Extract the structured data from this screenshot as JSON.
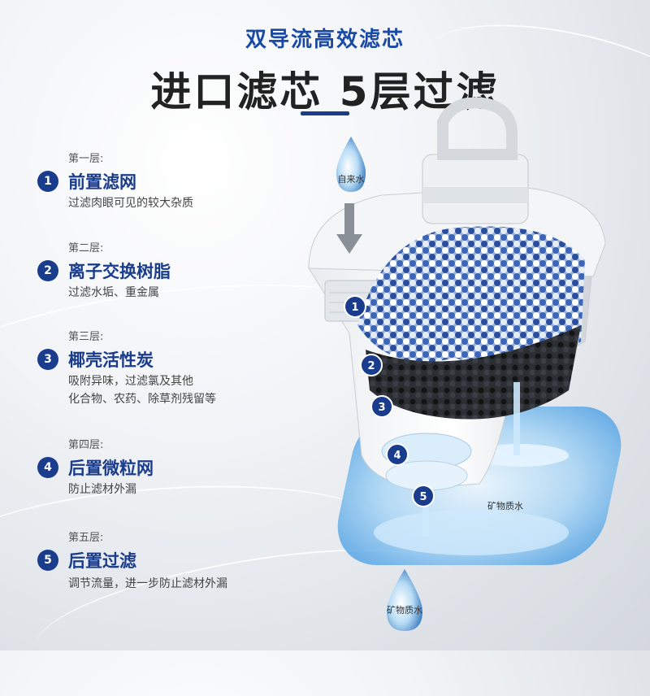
{
  "header": {
    "subtitle": "双导流高效滤芯",
    "title": "进口滤芯 5层过滤"
  },
  "layers": [
    {
      "tag": "第一层:",
      "number": "1",
      "name": "前置滤网",
      "desc": [
        "过滤肉眼可见的较大杂质"
      ]
    },
    {
      "tag": "第二层:",
      "number": "2",
      "name": "离子交换树脂",
      "desc": [
        "过滤水垢、重金属"
      ]
    },
    {
      "tag": "第三层:",
      "number": "3",
      "name": "椰壳活性炭",
      "desc": [
        "吸附异味，过滤氯及其他",
        "化合物、农药、除草剂残留等"
      ]
    },
    {
      "tag": "第四层:",
      "number": "4",
      "name": "后置微粒网",
      "desc": [
        "防止滤材外漏"
      ]
    },
    {
      "tag": "第五层:",
      "number": "5",
      "name": "后置过滤",
      "desc": [
        "调节流量，进一步防止滤材外漏"
      ]
    }
  ],
  "diagram": {
    "input_label": "自来水",
    "output_label": "矿物质水",
    "bottom_drop_label": "矿物质水",
    "markers": [
      "1",
      "2",
      "3",
      "4",
      "5"
    ]
  },
  "colors": {
    "accent": "#1a3c8c",
    "subtitle": "#1a4aa6",
    "water": "#7cc4f2"
  }
}
